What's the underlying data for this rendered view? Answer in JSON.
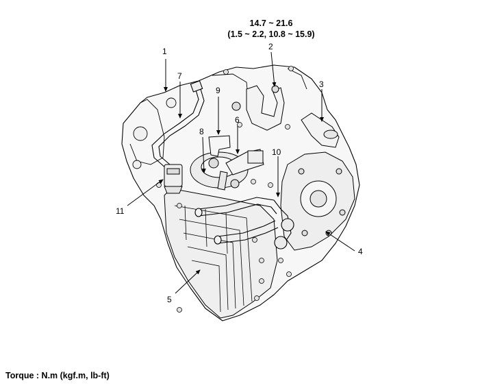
{
  "torque_spec": {
    "line1": "14.7 ~ 21.6",
    "line2": "(1.5 ~ 2.2, 10.8 ~ 15.9)"
  },
  "callouts": [
    "1",
    "2",
    "3",
    "4",
    "5",
    "6",
    "7",
    "8",
    "9",
    "10",
    "11"
  ],
  "torque_note": "Torque : N.m (kgf.m, lb-ft)",
  "colors": {
    "line": "#000000",
    "background": "#ffffff",
    "fill": "#f2f2f2"
  }
}
